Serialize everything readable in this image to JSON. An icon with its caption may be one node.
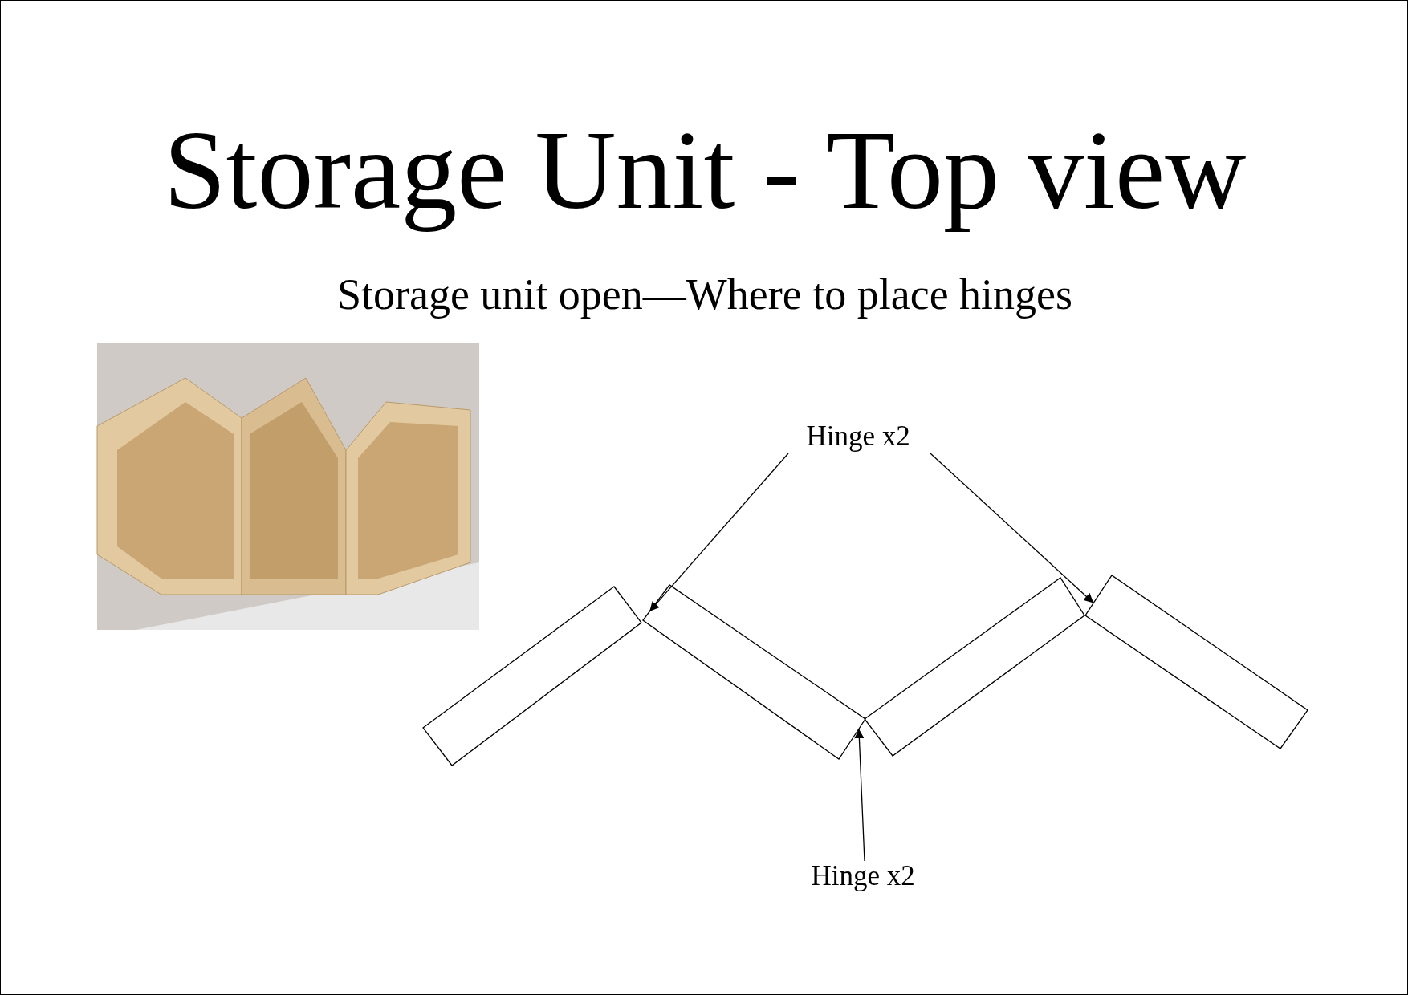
{
  "diagram": {
    "title": "Storage Unit - Top view",
    "nodes": [
      {
        "text": [
          "Hinge x2"
        ]
      },
      {
        "text": [
          "Hinge x2"
        ]
      },
      {
        "text": [],
        "shape": "box"
      },
      {
        "text": [],
        "shape": "box"
      },
      {
        "text": [],
        "shape": "box"
      },
      {
        "text": [],
        "shape": "box"
      }
    ],
    "edges": [
      {
        "from": 0,
        "to": 3,
        "arrow": "to"
      },
      {
        "from": 0,
        "to": 5,
        "arrow": "to"
      },
      {
        "from": 1,
        "to": 3,
        "arrow": "to"
      }
    ],
    "labels": [
      "Storage unit open—Where to place hinges"
    ]
  }
}
